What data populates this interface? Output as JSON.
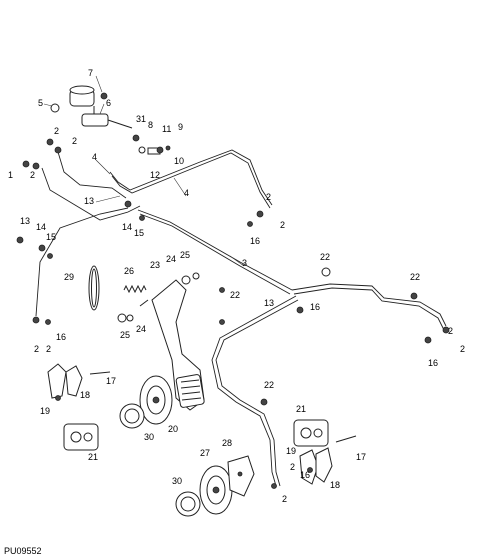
{
  "reference_code": "PU09552",
  "callouts": [
    {
      "id": "c7",
      "label": "7"
    },
    {
      "id": "c5",
      "label": "5"
    },
    {
      "id": "c6",
      "label": "6"
    },
    {
      "id": "c2a",
      "label": "2"
    },
    {
      "id": "c2b",
      "label": "2"
    },
    {
      "id": "c31",
      "label": "31"
    },
    {
      "id": "c8",
      "label": "8"
    },
    {
      "id": "c11",
      "label": "11"
    },
    {
      "id": "c9",
      "label": "9"
    },
    {
      "id": "c10",
      "label": "10"
    },
    {
      "id": "c4a",
      "label": "4"
    },
    {
      "id": "c4b",
      "label": "4"
    },
    {
      "id": "c12",
      "label": "12"
    },
    {
      "id": "c1",
      "label": "1"
    },
    {
      "id": "c2c",
      "label": "2"
    },
    {
      "id": "c13a",
      "label": "13"
    },
    {
      "id": "c13b",
      "label": "13"
    },
    {
      "id": "c14a",
      "label": "14"
    },
    {
      "id": "c15a",
      "label": "15"
    },
    {
      "id": "c14b",
      "label": "14"
    },
    {
      "id": "c15b",
      "label": "15"
    },
    {
      "id": "c2d",
      "label": "2"
    },
    {
      "id": "c16a",
      "label": "16"
    },
    {
      "id": "c2e",
      "label": "2"
    },
    {
      "id": "c3",
      "label": "3"
    },
    {
      "id": "c22a",
      "label": "22"
    },
    {
      "id": "c22b",
      "label": "22"
    },
    {
      "id": "c29",
      "label": "29"
    },
    {
      "id": "c26",
      "label": "26"
    },
    {
      "id": "c23",
      "label": "23"
    },
    {
      "id": "c24a",
      "label": "24"
    },
    {
      "id": "c25a",
      "label": "25"
    },
    {
      "id": "c22c",
      "label": "22"
    },
    {
      "id": "c13c",
      "label": "13"
    },
    {
      "id": "c16b",
      "label": "16"
    },
    {
      "id": "c24b",
      "label": "24"
    },
    {
      "id": "c25b",
      "label": "25"
    },
    {
      "id": "c2f",
      "label": "2"
    },
    {
      "id": "c16c",
      "label": "16"
    },
    {
      "id": "c2g",
      "label": "2"
    },
    {
      "id": "c2h",
      "label": "2"
    },
    {
      "id": "c16d",
      "label": "16"
    },
    {
      "id": "c2i",
      "label": "2"
    },
    {
      "id": "c17a",
      "label": "17"
    },
    {
      "id": "c22d",
      "label": "22"
    },
    {
      "id": "c19a",
      "label": "19"
    },
    {
      "id": "c18a",
      "label": "18"
    },
    {
      "id": "c21a",
      "label": "21"
    },
    {
      "id": "c30a",
      "label": "30"
    },
    {
      "id": "c20",
      "label": "20"
    },
    {
      "id": "c21b",
      "label": "21"
    },
    {
      "id": "c28",
      "label": "28"
    },
    {
      "id": "c27",
      "label": "27"
    },
    {
      "id": "c19b",
      "label": "19"
    },
    {
      "id": "c17b",
      "label": "17"
    },
    {
      "id": "c2j",
      "label": "2"
    },
    {
      "id": "c16e",
      "label": "16"
    },
    {
      "id": "c18b",
      "label": "18"
    },
    {
      "id": "c30b",
      "label": "30"
    },
    {
      "id": "c2k",
      "label": "2"
    }
  ]
}
